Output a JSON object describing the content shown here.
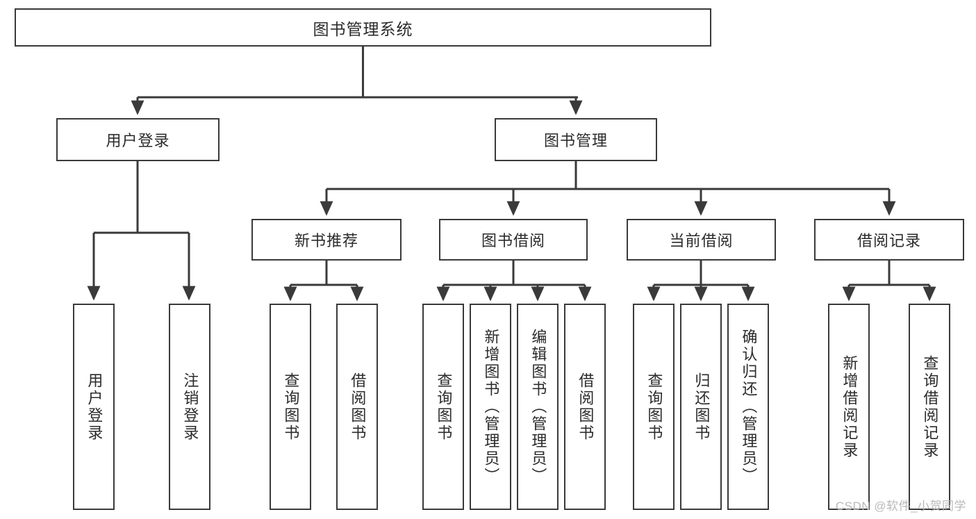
{
  "diagram": {
    "title": "图书管理系统",
    "type": "tree",
    "watermark": "CSDN @软件_小贺同学",
    "colors": {
      "box_border": "#3a3a3a",
      "line": "#3a3a3a",
      "background": "#ffffff",
      "text": "#2b2b2b",
      "watermark": "#b9b9b9"
    },
    "nodes": {
      "root": {
        "label": "图书管理系统"
      },
      "level2": [
        {
          "id": "user-login",
          "label": "用户登录"
        },
        {
          "id": "book-manage",
          "label": "图书管理"
        }
      ],
      "level3": [
        {
          "id": "new-book-recommend",
          "label": "新书推荐"
        },
        {
          "id": "book-borrow",
          "label": "图书借阅"
        },
        {
          "id": "current-borrow",
          "label": "当前借阅"
        },
        {
          "id": "borrow-record",
          "label": "借阅记录"
        }
      ],
      "leaves": {
        "user-login": [
          {
            "id": "leaf-user-login",
            "label": "用户登录"
          },
          {
            "id": "leaf-logout-login",
            "label": "注销登录"
          }
        ],
        "new-book-recommend": [
          {
            "id": "leaf-query-book-1",
            "label": "查询图书"
          },
          {
            "id": "leaf-borrow-book-1",
            "label": "借阅图书"
          }
        ],
        "book-borrow": [
          {
            "id": "leaf-query-book-2",
            "label": "查询图书"
          },
          {
            "id": "leaf-add-book",
            "label": "新增图书（管理员）"
          },
          {
            "id": "leaf-edit-book",
            "label": "编辑图书（管理员）"
          },
          {
            "id": "leaf-borrow-book-2",
            "label": "借阅图书"
          }
        ],
        "current-borrow": [
          {
            "id": "leaf-query-book-3",
            "label": "查询图书"
          },
          {
            "id": "leaf-return-book",
            "label": "归还图书"
          },
          {
            "id": "leaf-confirm-return",
            "label": "确认归还（管理员）"
          }
        ],
        "borrow-record": [
          {
            "id": "leaf-add-record",
            "label": "新增借阅记录"
          },
          {
            "id": "leaf-query-record",
            "label": "查询借阅记录"
          }
        ]
      }
    }
  }
}
